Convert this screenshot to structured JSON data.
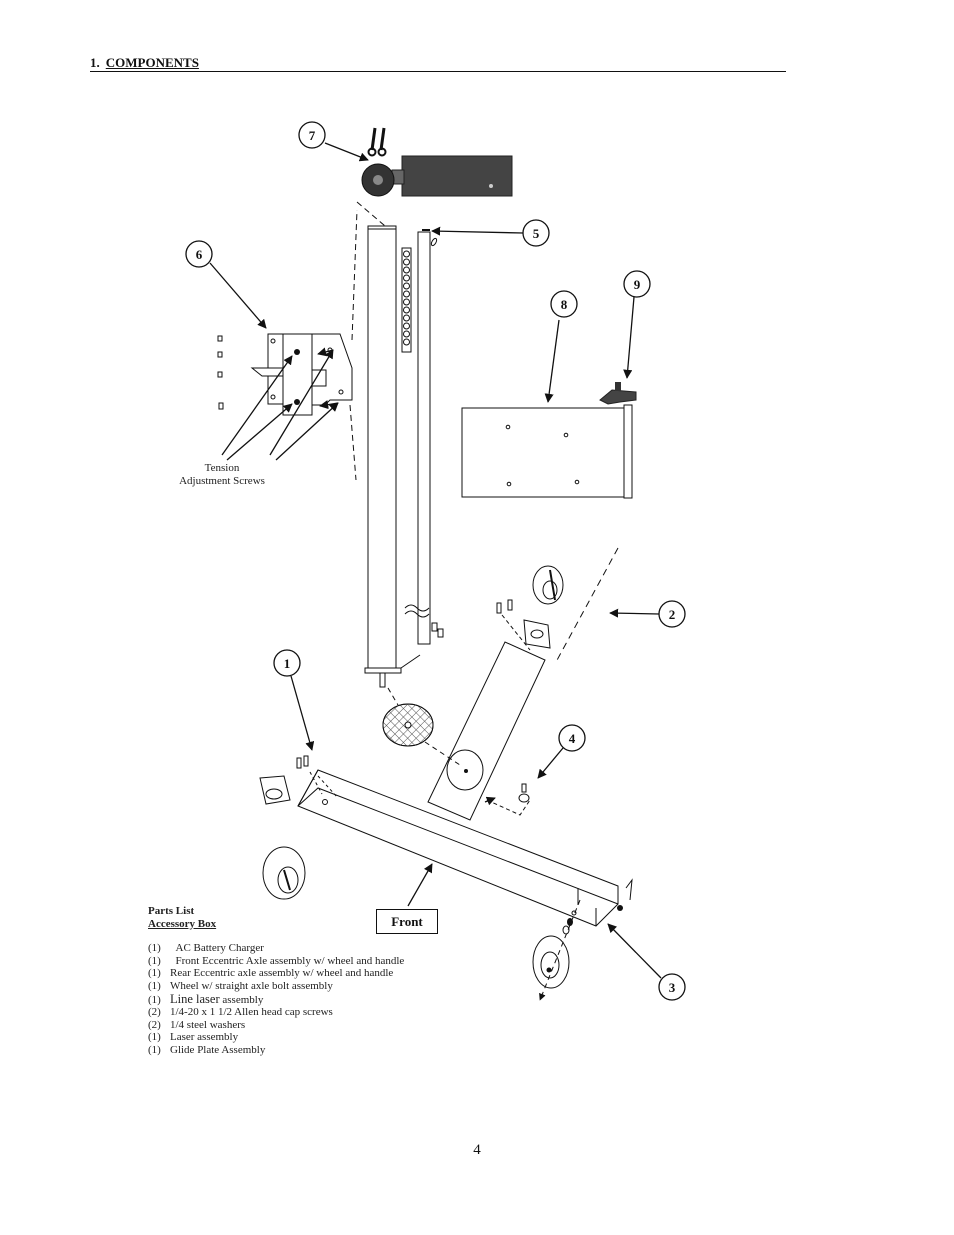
{
  "header": {
    "number": "1.",
    "title": "COMPONENTS"
  },
  "callouts": [
    "1",
    "2",
    "3",
    "4",
    "5",
    "6",
    "7",
    "8",
    "9"
  ],
  "labels": {
    "tension_line1": "Tension",
    "tension_line2": "Adjustment Screws",
    "front": "Front"
  },
  "parts_list": {
    "title": "Parts List",
    "subtitle": "Accessory Box",
    "items": [
      {
        "qty": "(1)",
        "desc": "AC Battery Charger"
      },
      {
        "qty": "(1)",
        "desc": "Front Eccentric Axle assembly w/ wheel and handle"
      },
      {
        "qty": "(1)",
        "desc": "Rear Eccentric axle assembly w/ wheel and handle"
      },
      {
        "qty": "(1)",
        "desc": "Wheel w/ straight axle bolt assembly"
      },
      {
        "qty": "(1)",
        "desc_big": "Line laser",
        "desc": " assembly"
      },
      {
        "qty": "(2)",
        "desc": "1/4-20 x 1 1/2 Allen head cap screws"
      },
      {
        "qty": "(2)",
        "desc": "1/4 steel washers"
      },
      {
        "qty": "(1)",
        "desc": "Laser assembly"
      },
      {
        "qty": "(1)",
        "desc": "Glide Plate Assembly"
      }
    ]
  },
  "page_number": "4"
}
